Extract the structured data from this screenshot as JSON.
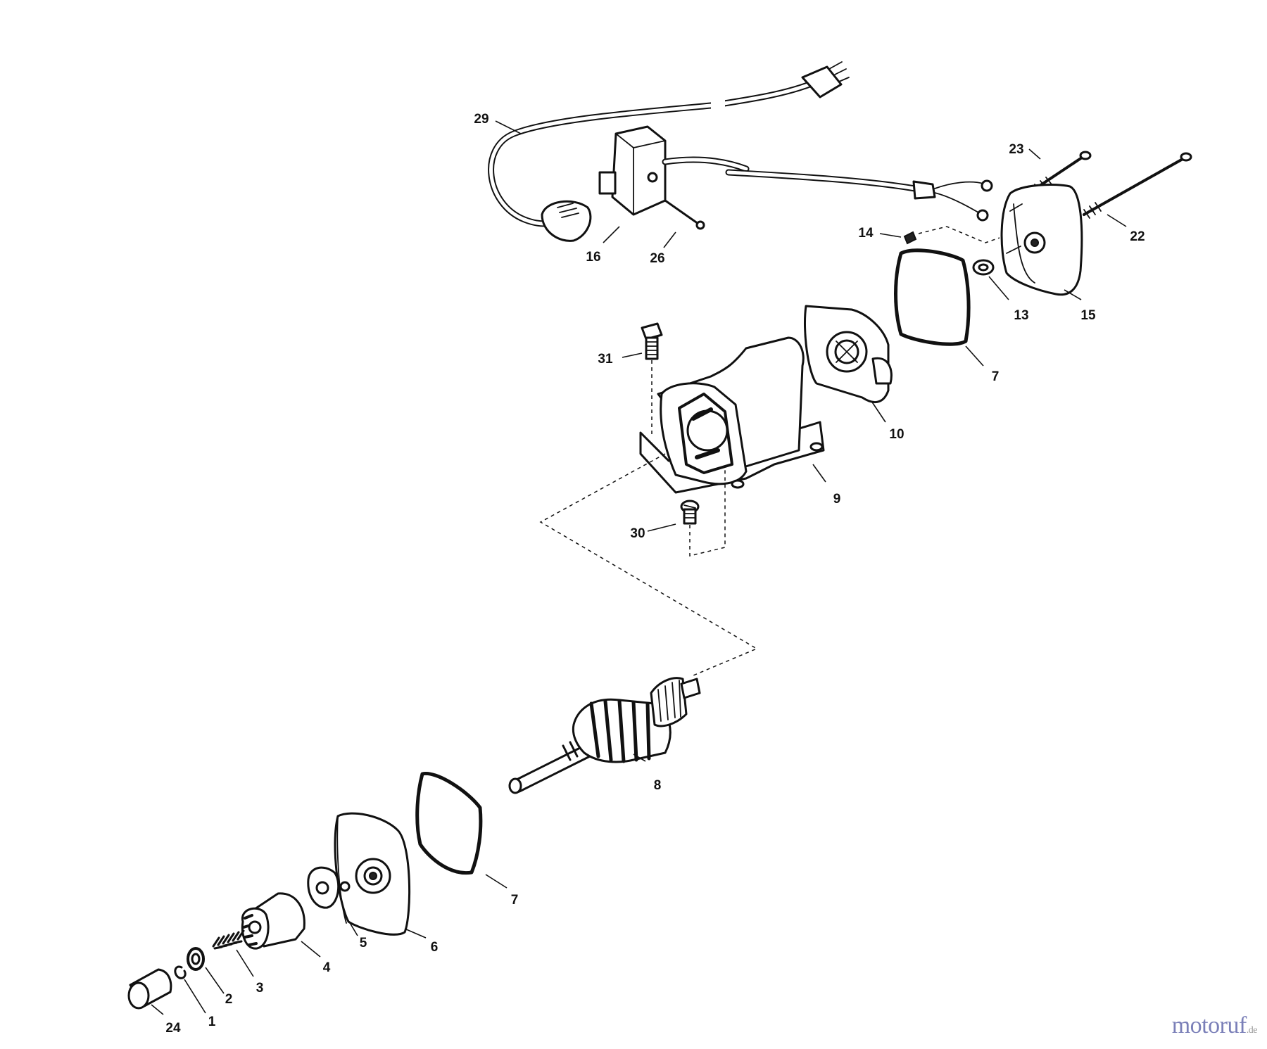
{
  "diagram": {
    "parts": [
      {
        "id": "29",
        "label": "29"
      },
      {
        "id": "23",
        "label": "23"
      },
      {
        "id": "14",
        "label": "14"
      },
      {
        "id": "22",
        "label": "22"
      },
      {
        "id": "16",
        "label": "16"
      },
      {
        "id": "26",
        "label": "26"
      },
      {
        "id": "13",
        "label": "13"
      },
      {
        "id": "15",
        "label": "15"
      },
      {
        "id": "31",
        "label": "31"
      },
      {
        "id": "7a",
        "label": "7"
      },
      {
        "id": "10",
        "label": "10"
      },
      {
        "id": "9",
        "label": "9"
      },
      {
        "id": "30",
        "label": "30"
      },
      {
        "id": "8",
        "label": "8"
      },
      {
        "id": "7b",
        "label": "7"
      },
      {
        "id": "5",
        "label": "5"
      },
      {
        "id": "6",
        "label": "6"
      },
      {
        "id": "4",
        "label": "4"
      },
      {
        "id": "3",
        "label": "3"
      },
      {
        "id": "2",
        "label": "2"
      },
      {
        "id": "1",
        "label": "1"
      },
      {
        "id": "24",
        "label": "24"
      }
    ]
  },
  "watermark": {
    "text": "motoruf",
    "suffix": ".de",
    "color": "#7a7fb8"
  }
}
